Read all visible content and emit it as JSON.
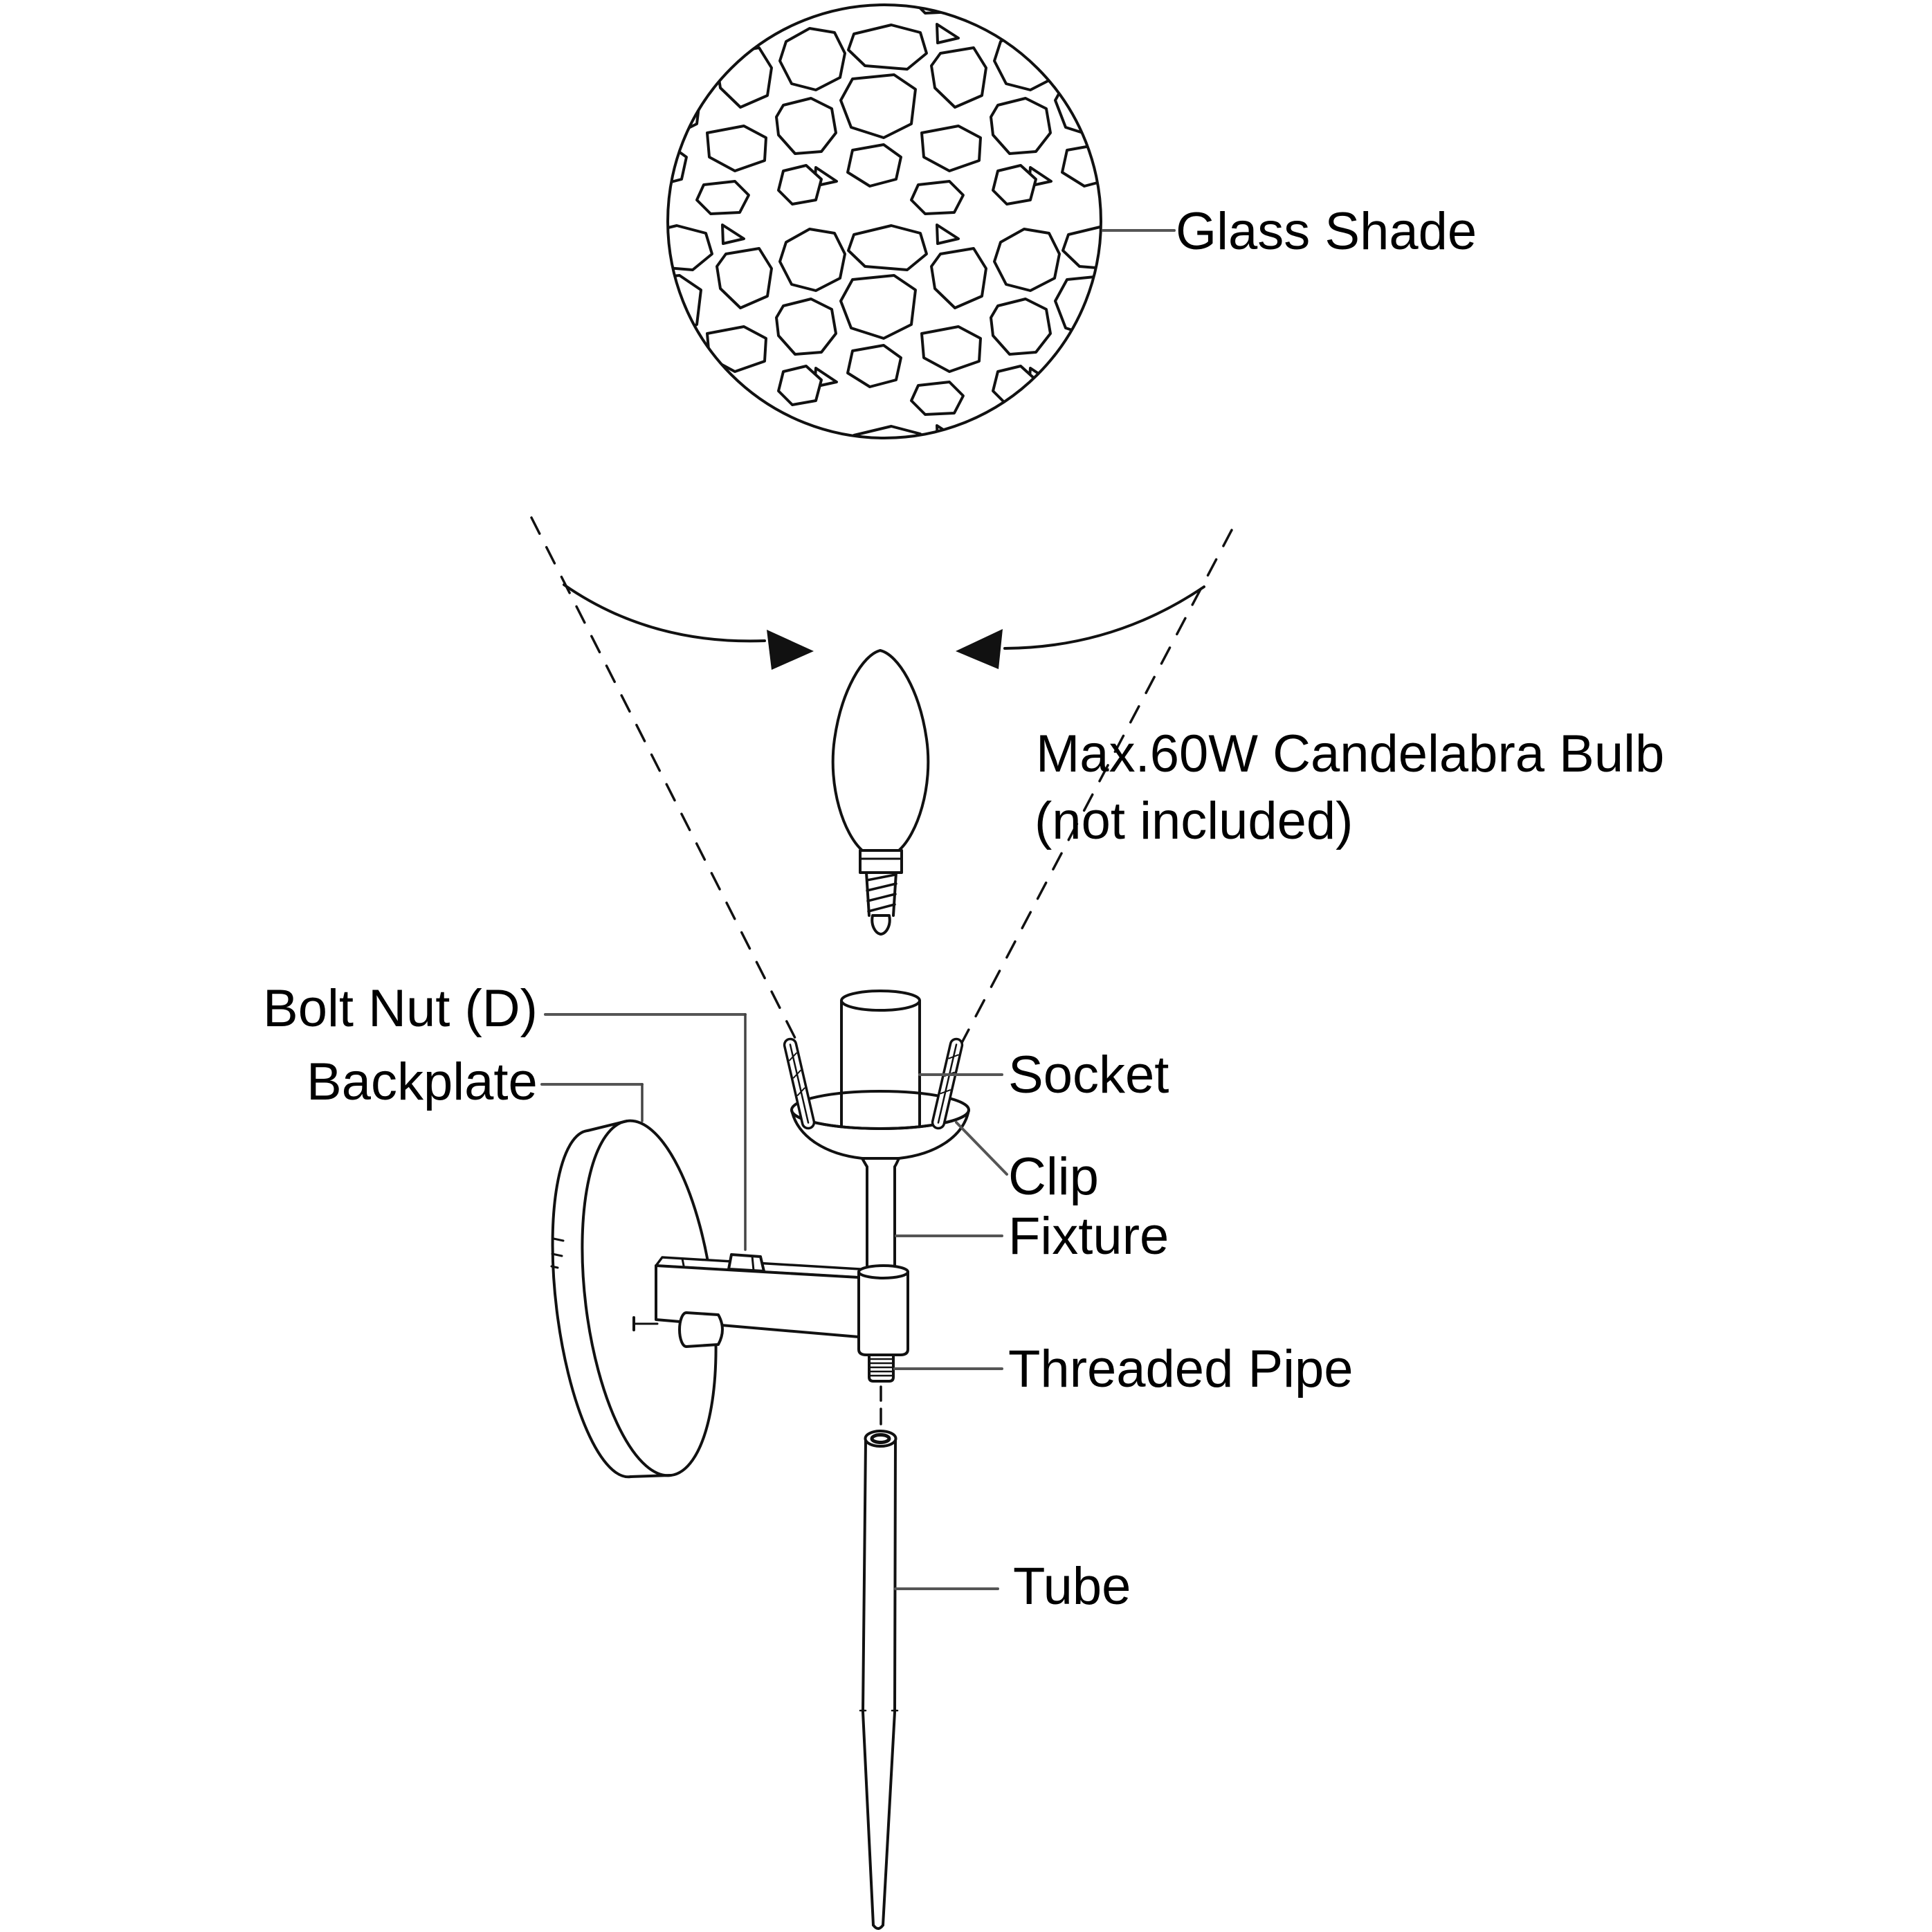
{
  "diagram": {
    "labels": {
      "glass_shade": "Glass Shade",
      "bulb_note_line1": "Max.60W Candelabra Bulb",
      "bulb_note_line2": "(not included)",
      "bolt_nut": "Bolt Nut (D)",
      "backplate": "Backplate",
      "socket": "Socket",
      "clip": "Clip",
      "fixture": "Fixture",
      "threaded_pipe": "Threaded Pipe",
      "tube": "Tube"
    },
    "colors": {
      "ink": "#111111",
      "leader": "#555555",
      "background": "#ffffff"
    }
  }
}
